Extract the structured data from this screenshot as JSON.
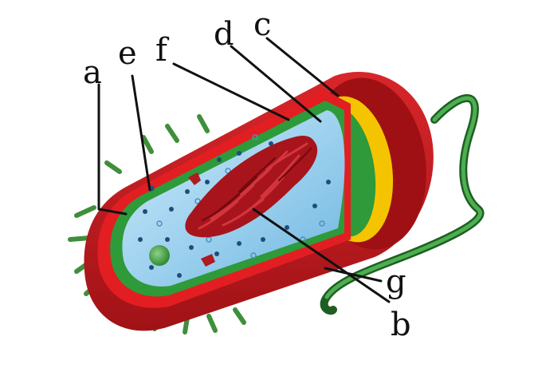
{
  "labels": {
    "a": "a",
    "b": "b",
    "c": "c",
    "d": "d",
    "e": "e",
    "f": "f",
    "g": "g"
  },
  "colors": {
    "capsule": "#c0191c",
    "capsule_dark": "#8e0f12",
    "cell_wall": "#f5c400",
    "plasma_membrane": "#2e9a3a",
    "cytoplasm": "#9fd2ef",
    "nucleoid": "#a8141c",
    "flagellum": "#2e7d32",
    "pili": "#3f8f3a",
    "label_line": "#111111"
  },
  "icons": {
    "ribosome": "ribosome-dot",
    "plasmid": "plasmid-icon",
    "inclusion": "inclusion-granule"
  }
}
